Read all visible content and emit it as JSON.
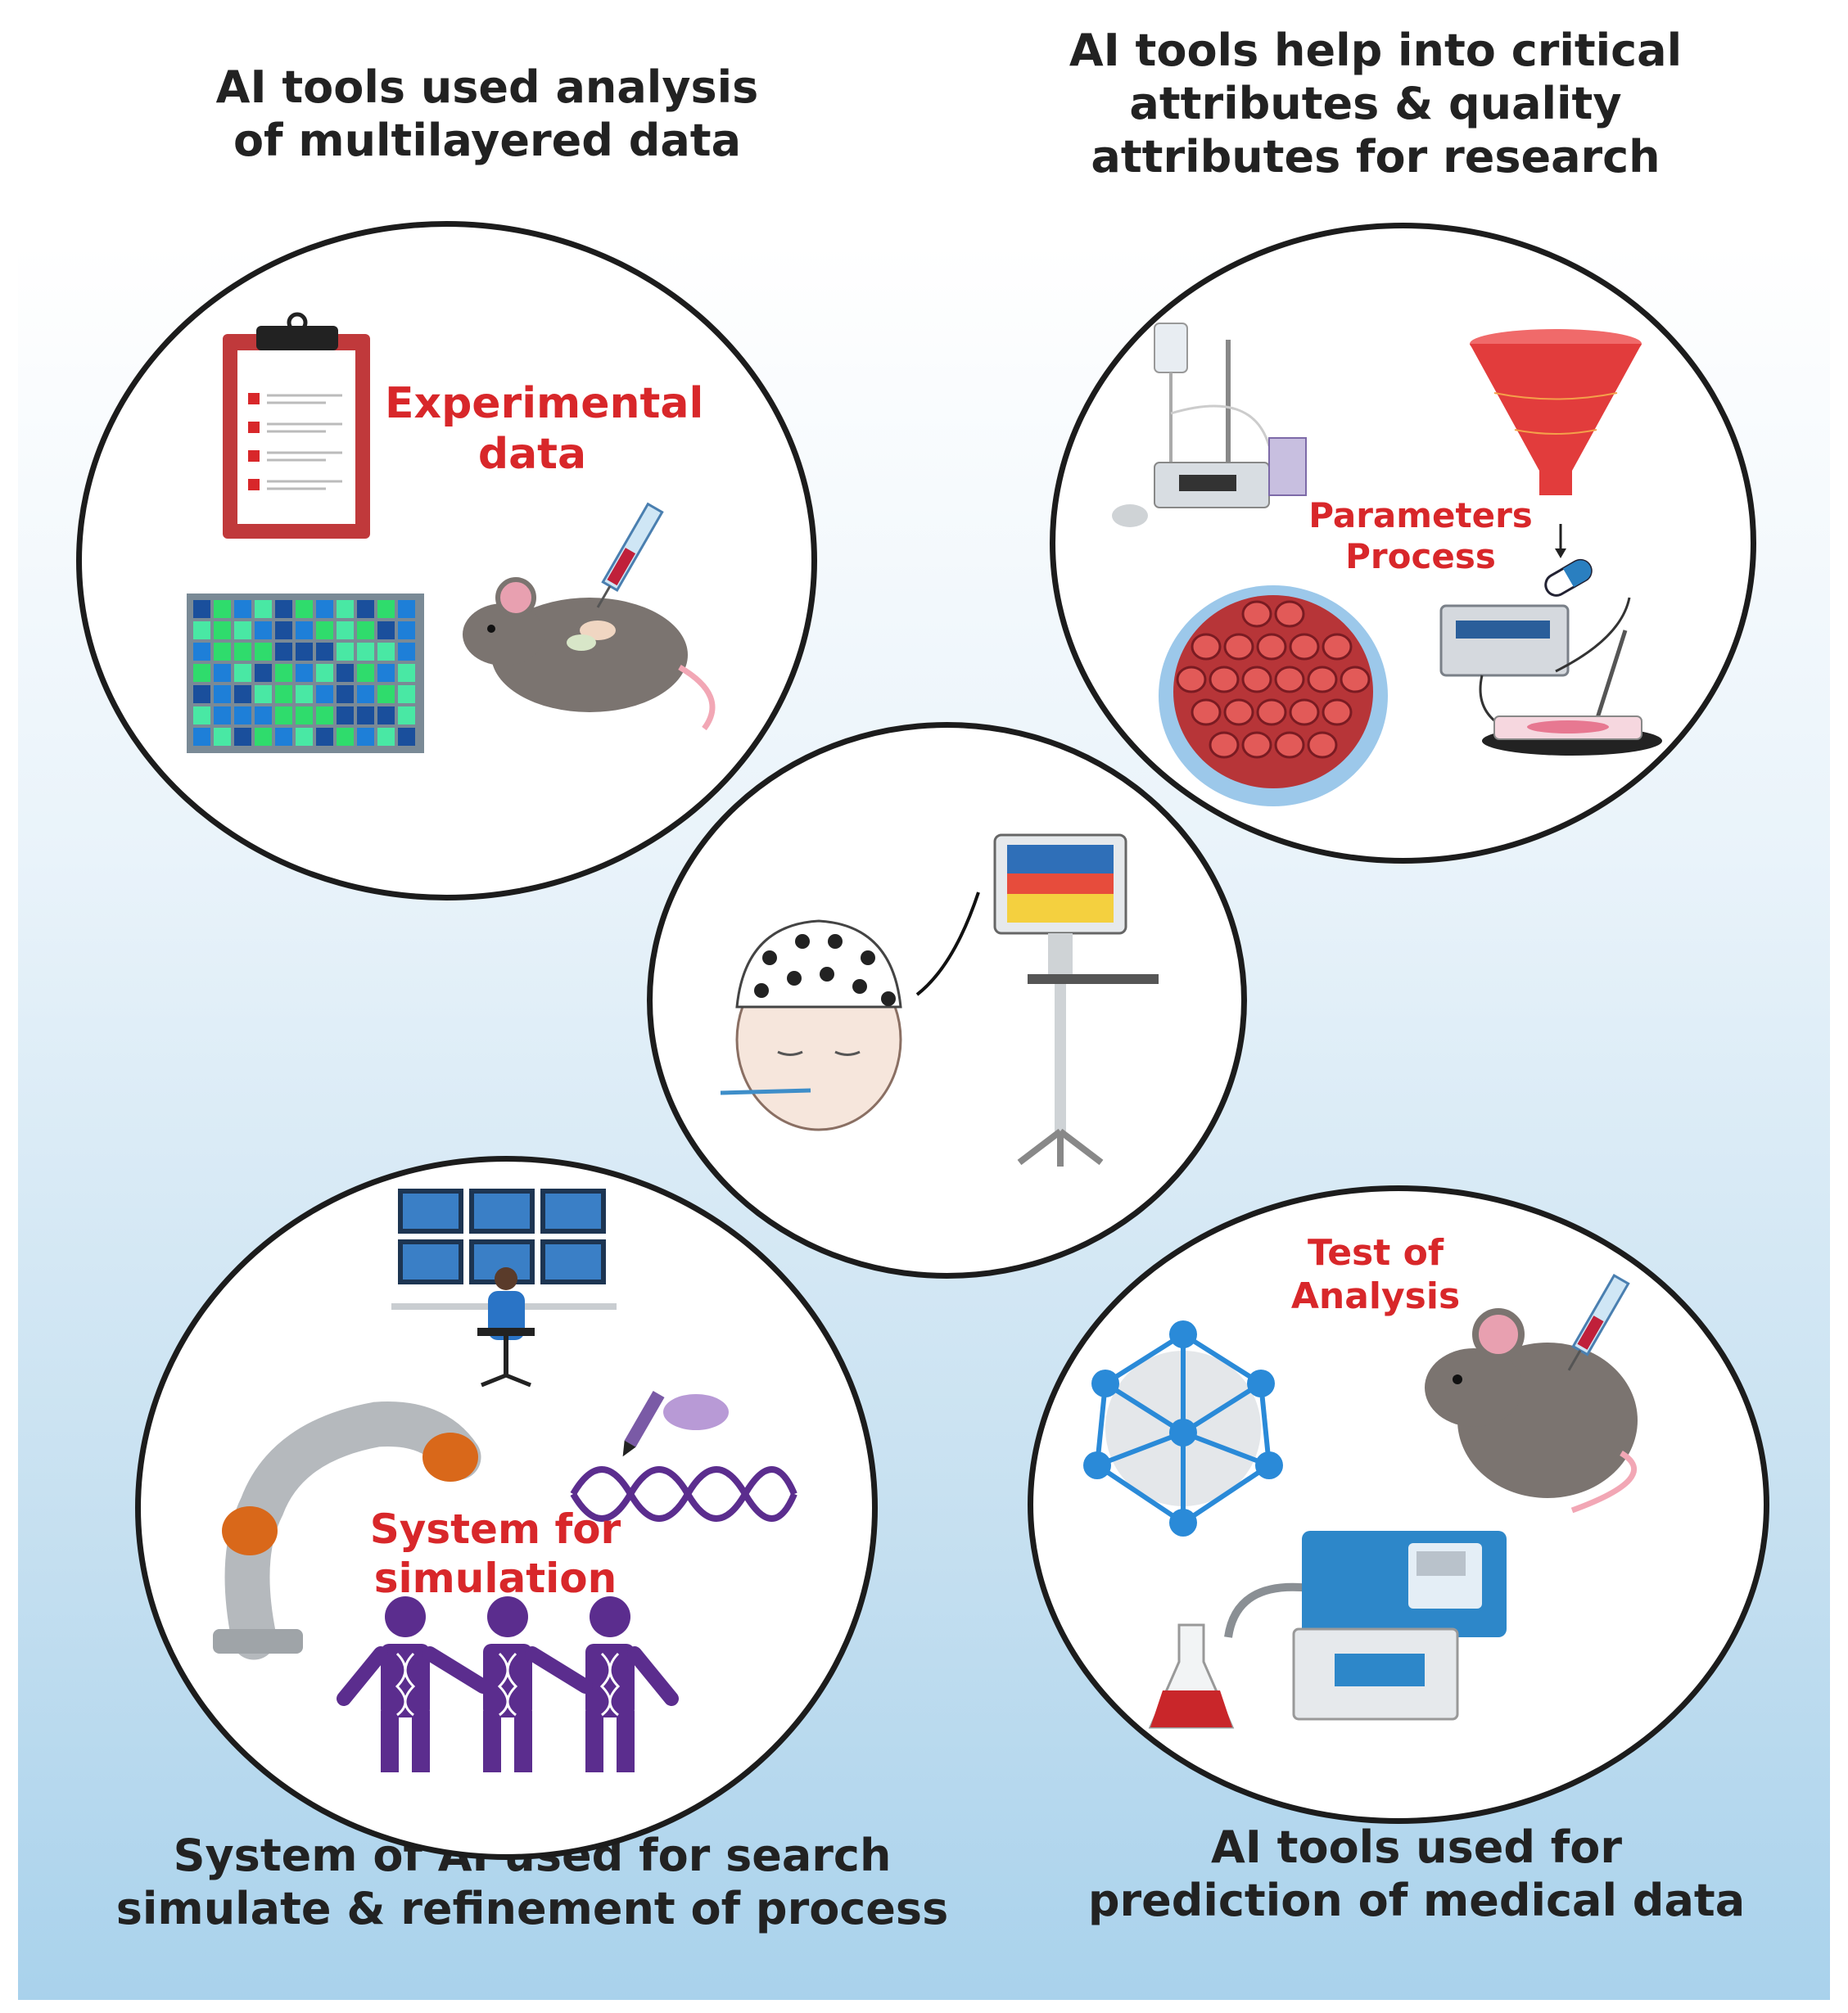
{
  "captions": {
    "top_left": [
      "AI tools used analysis",
      "of multilayered data"
    ],
    "top_right": [
      "AI tools help into critical",
      "attributes & quality",
      "attributes for research"
    ],
    "bottom_left": [
      "System of AI used for search",
      "simulate & refinement of process"
    ],
    "bottom_right": [
      "AI tools used for",
      "prediction of medical data"
    ]
  },
  "labels": {
    "experimental": [
      "Experimental",
      "data"
    ],
    "parameters": [
      "Parameters",
      "Process"
    ],
    "simulation": [
      "System for",
      "simulation"
    ],
    "test": [
      "Test of",
      "Analysis"
    ]
  },
  "icons": {
    "clipboard": "clipboard-checklist-icon",
    "heatmap": "heatmap-grid-icon",
    "mouse": "mouse-injection-icon",
    "lab_apparatus": "lab-apparatus-icon",
    "funnel": "funnel-icon",
    "capsule": "capsule-icon",
    "cells": "cell-culture-icon",
    "electrophoresis": "electrophoresis-device-icon",
    "eeg_head": "eeg-head-icon",
    "monitor": "eeg-monitor-icon",
    "control_room": "control-room-icon",
    "robot_arm": "robot-arm-icon",
    "dna": "dna-helix-icon",
    "people": "dna-people-icon",
    "molecule": "molecule-network-icon",
    "analyzer": "analyzer-machine-icon",
    "flask": "flask-icon"
  },
  "colors": {
    "label_red": "#d8272a",
    "caption": "#222222",
    "purple": "#5b2d8e",
    "network_blue": "#2a8ad8"
  }
}
